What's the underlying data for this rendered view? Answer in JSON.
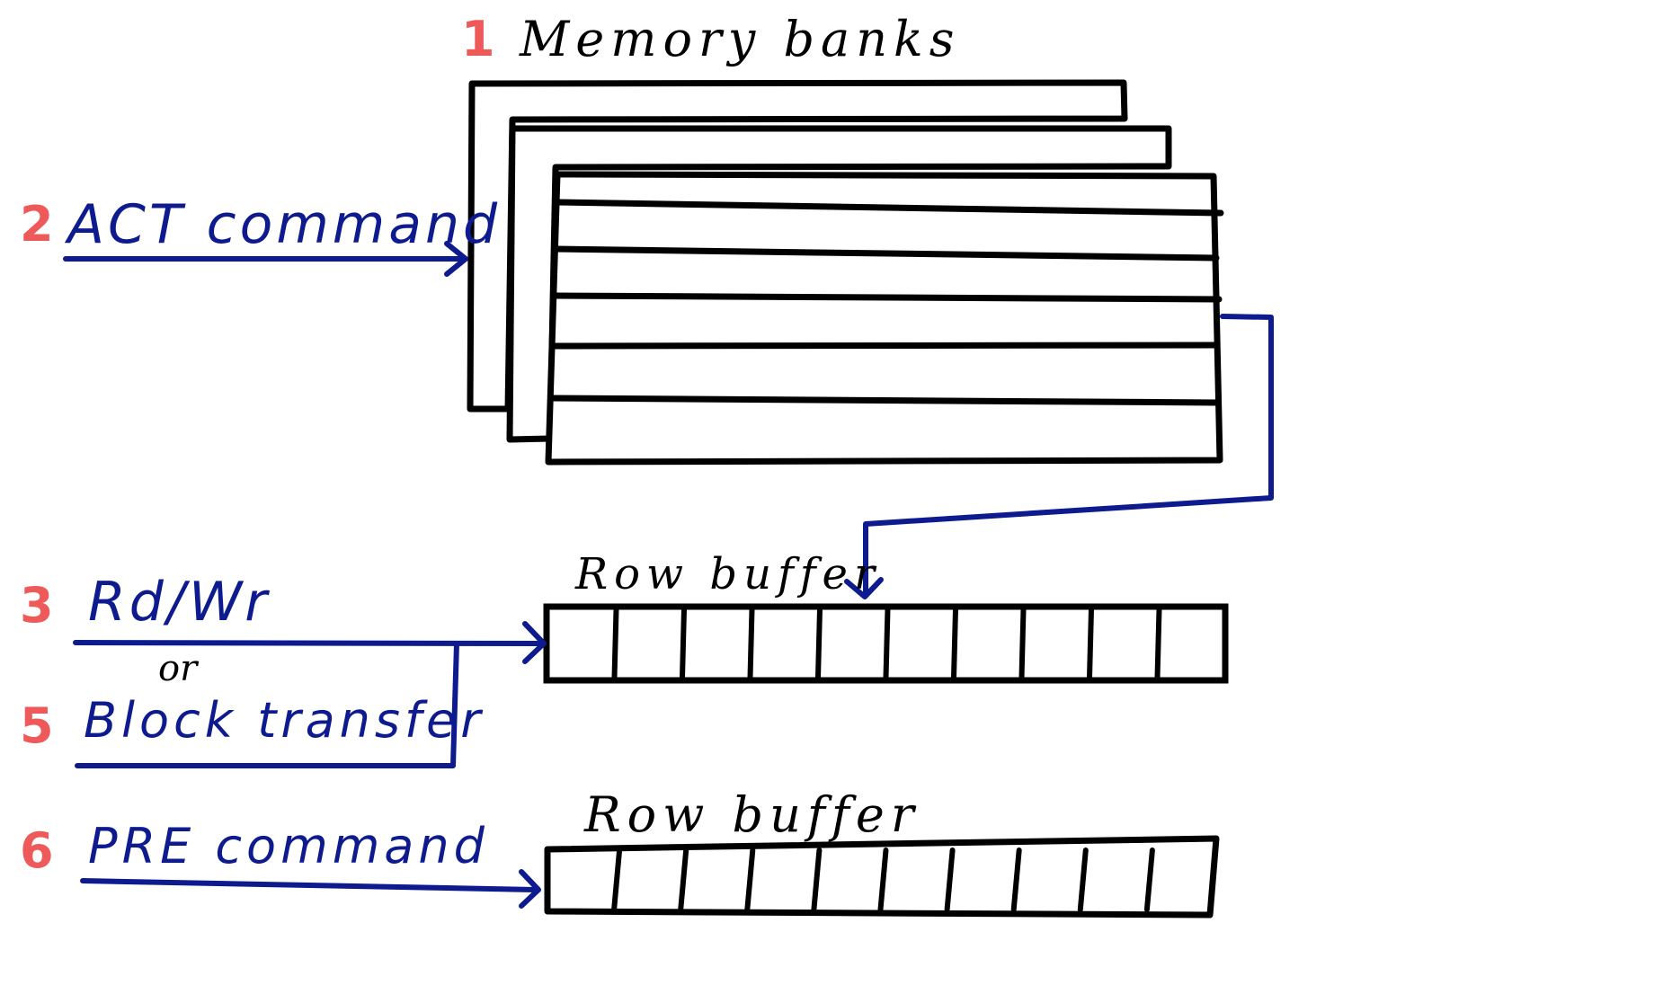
{
  "colors": {
    "number": "#ee5a5a",
    "command": "#0d1b8f",
    "outline": "#000000",
    "background": "#ffffff"
  },
  "steps": {
    "memory_banks": {
      "number": "1",
      "label": "Memory banks"
    },
    "act": {
      "number": "2",
      "label": "ACT command"
    },
    "rdwr": {
      "number": "3",
      "label": "Rd/Wr"
    },
    "or_word": "or",
    "block": {
      "number": "5",
      "label": "Block transfer"
    },
    "pre": {
      "number": "6",
      "label": "PRE command"
    }
  },
  "row_buffer_top": {
    "label": "Row buffer",
    "cells": 10
  },
  "row_buffer_bottom": {
    "label": "Row buffer",
    "cells": 10
  },
  "banks": {
    "count": 3,
    "rows_in_front_bank": 6
  }
}
